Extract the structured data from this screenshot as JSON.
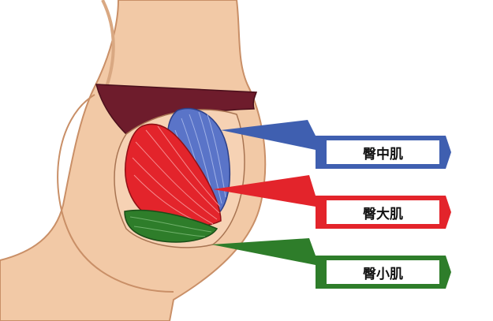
{
  "labels": {
    "gluteus_medius": "臀中肌",
    "gluteus_maximus": "臀大肌",
    "gluteus_minimus": "臀小肌"
  },
  "colors": {
    "skin": "#f2c9a6",
    "skin_outline": "#c98f67",
    "underwear": "#6e1c2c",
    "medius_blue": "#4a64b8",
    "maximus_red": "#e3242b",
    "minimus_green": "#2e7d2a"
  }
}
